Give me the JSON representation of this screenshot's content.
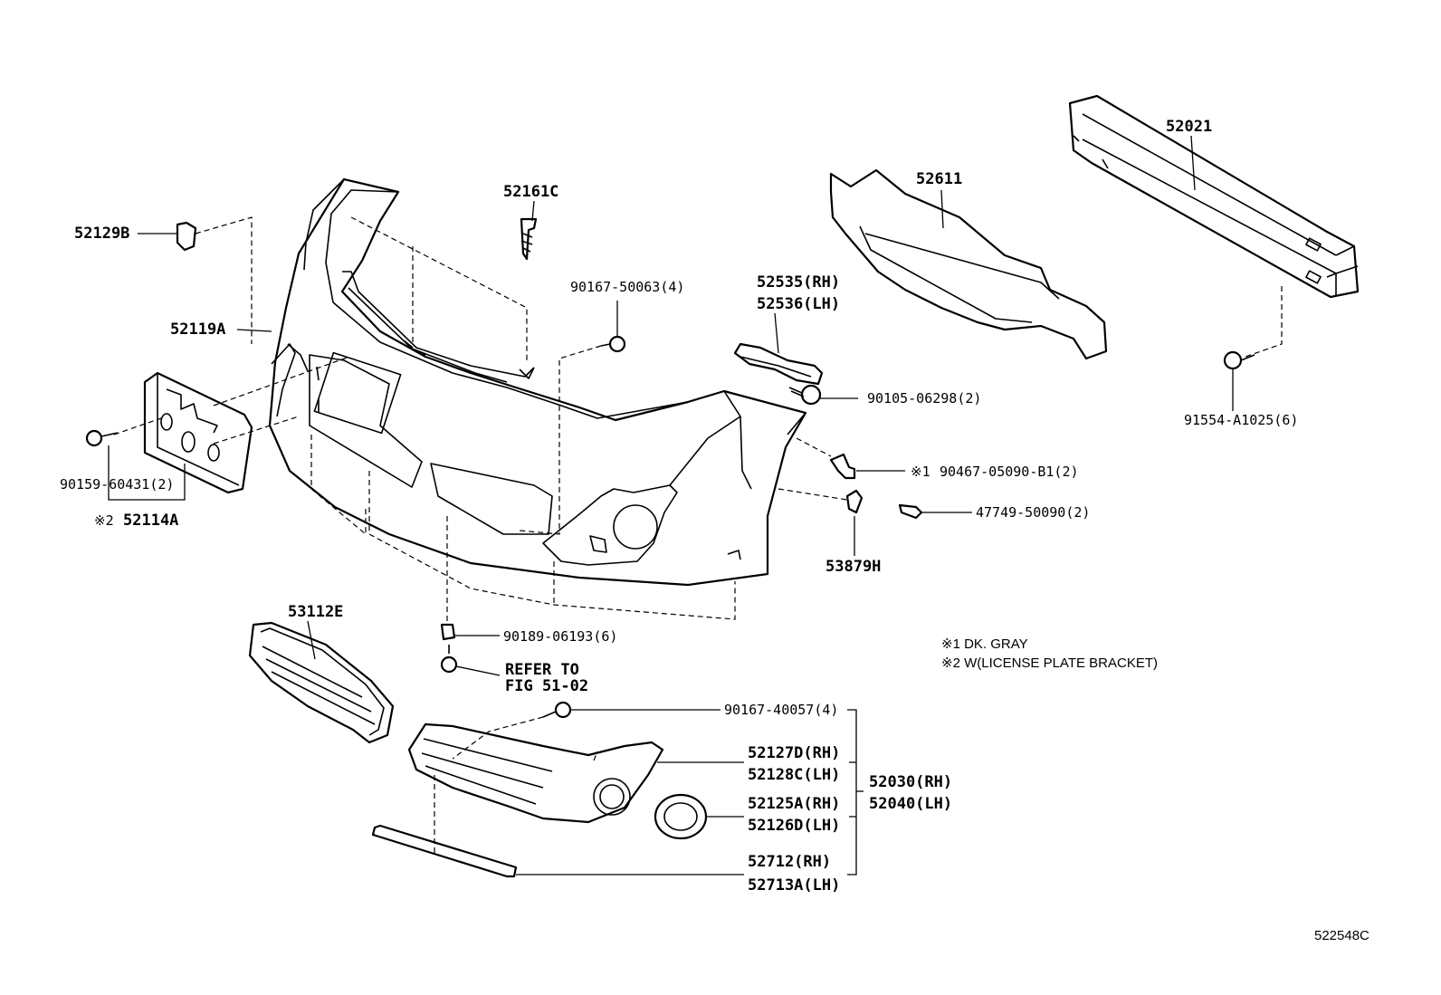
{
  "labels": {
    "p52021": "52021",
    "p52611": "52611",
    "p52161c": "52161C",
    "p52129b": "52129B",
    "p52119a": "52119A",
    "p90167_50063": "90167-50063(4)",
    "p52535": "52535(RH)",
    "p52536": "52536(LH)",
    "p90105": "90105-06298(2)",
    "p91554": "91554-A1025(6)",
    "p90467": "90467-05090-B1(2)",
    "p47749": "47749-50090(2)",
    "p53879h": "53879H",
    "p90159": "90159-60431(2)",
    "p52114a": "52114A",
    "p53112e": "53112E",
    "p90189": "90189-06193(6)",
    "refer1": "REFER TO",
    "refer2": "FIG 51-02",
    "p90167_40057": "90167-40057(4)",
    "p52127d": "52127D(RH)",
    "p52128c": "52128C(LH)",
    "p52030": "52030(RH)",
    "p52040": "52040(LH)",
    "p52125a": "52125A(RH)",
    "p52126d": "52126D(LH)",
    "p52712": "52712(RH)",
    "p52713a": "52713A(LH)"
  },
  "marks": {
    "m1": "※1",
    "m2": "※2"
  },
  "notes": {
    "n1": "※1  DK. GRAY",
    "n2": "※2  W(LICENSE PLATE BRACKET)"
  },
  "figure_id": "522548C"
}
